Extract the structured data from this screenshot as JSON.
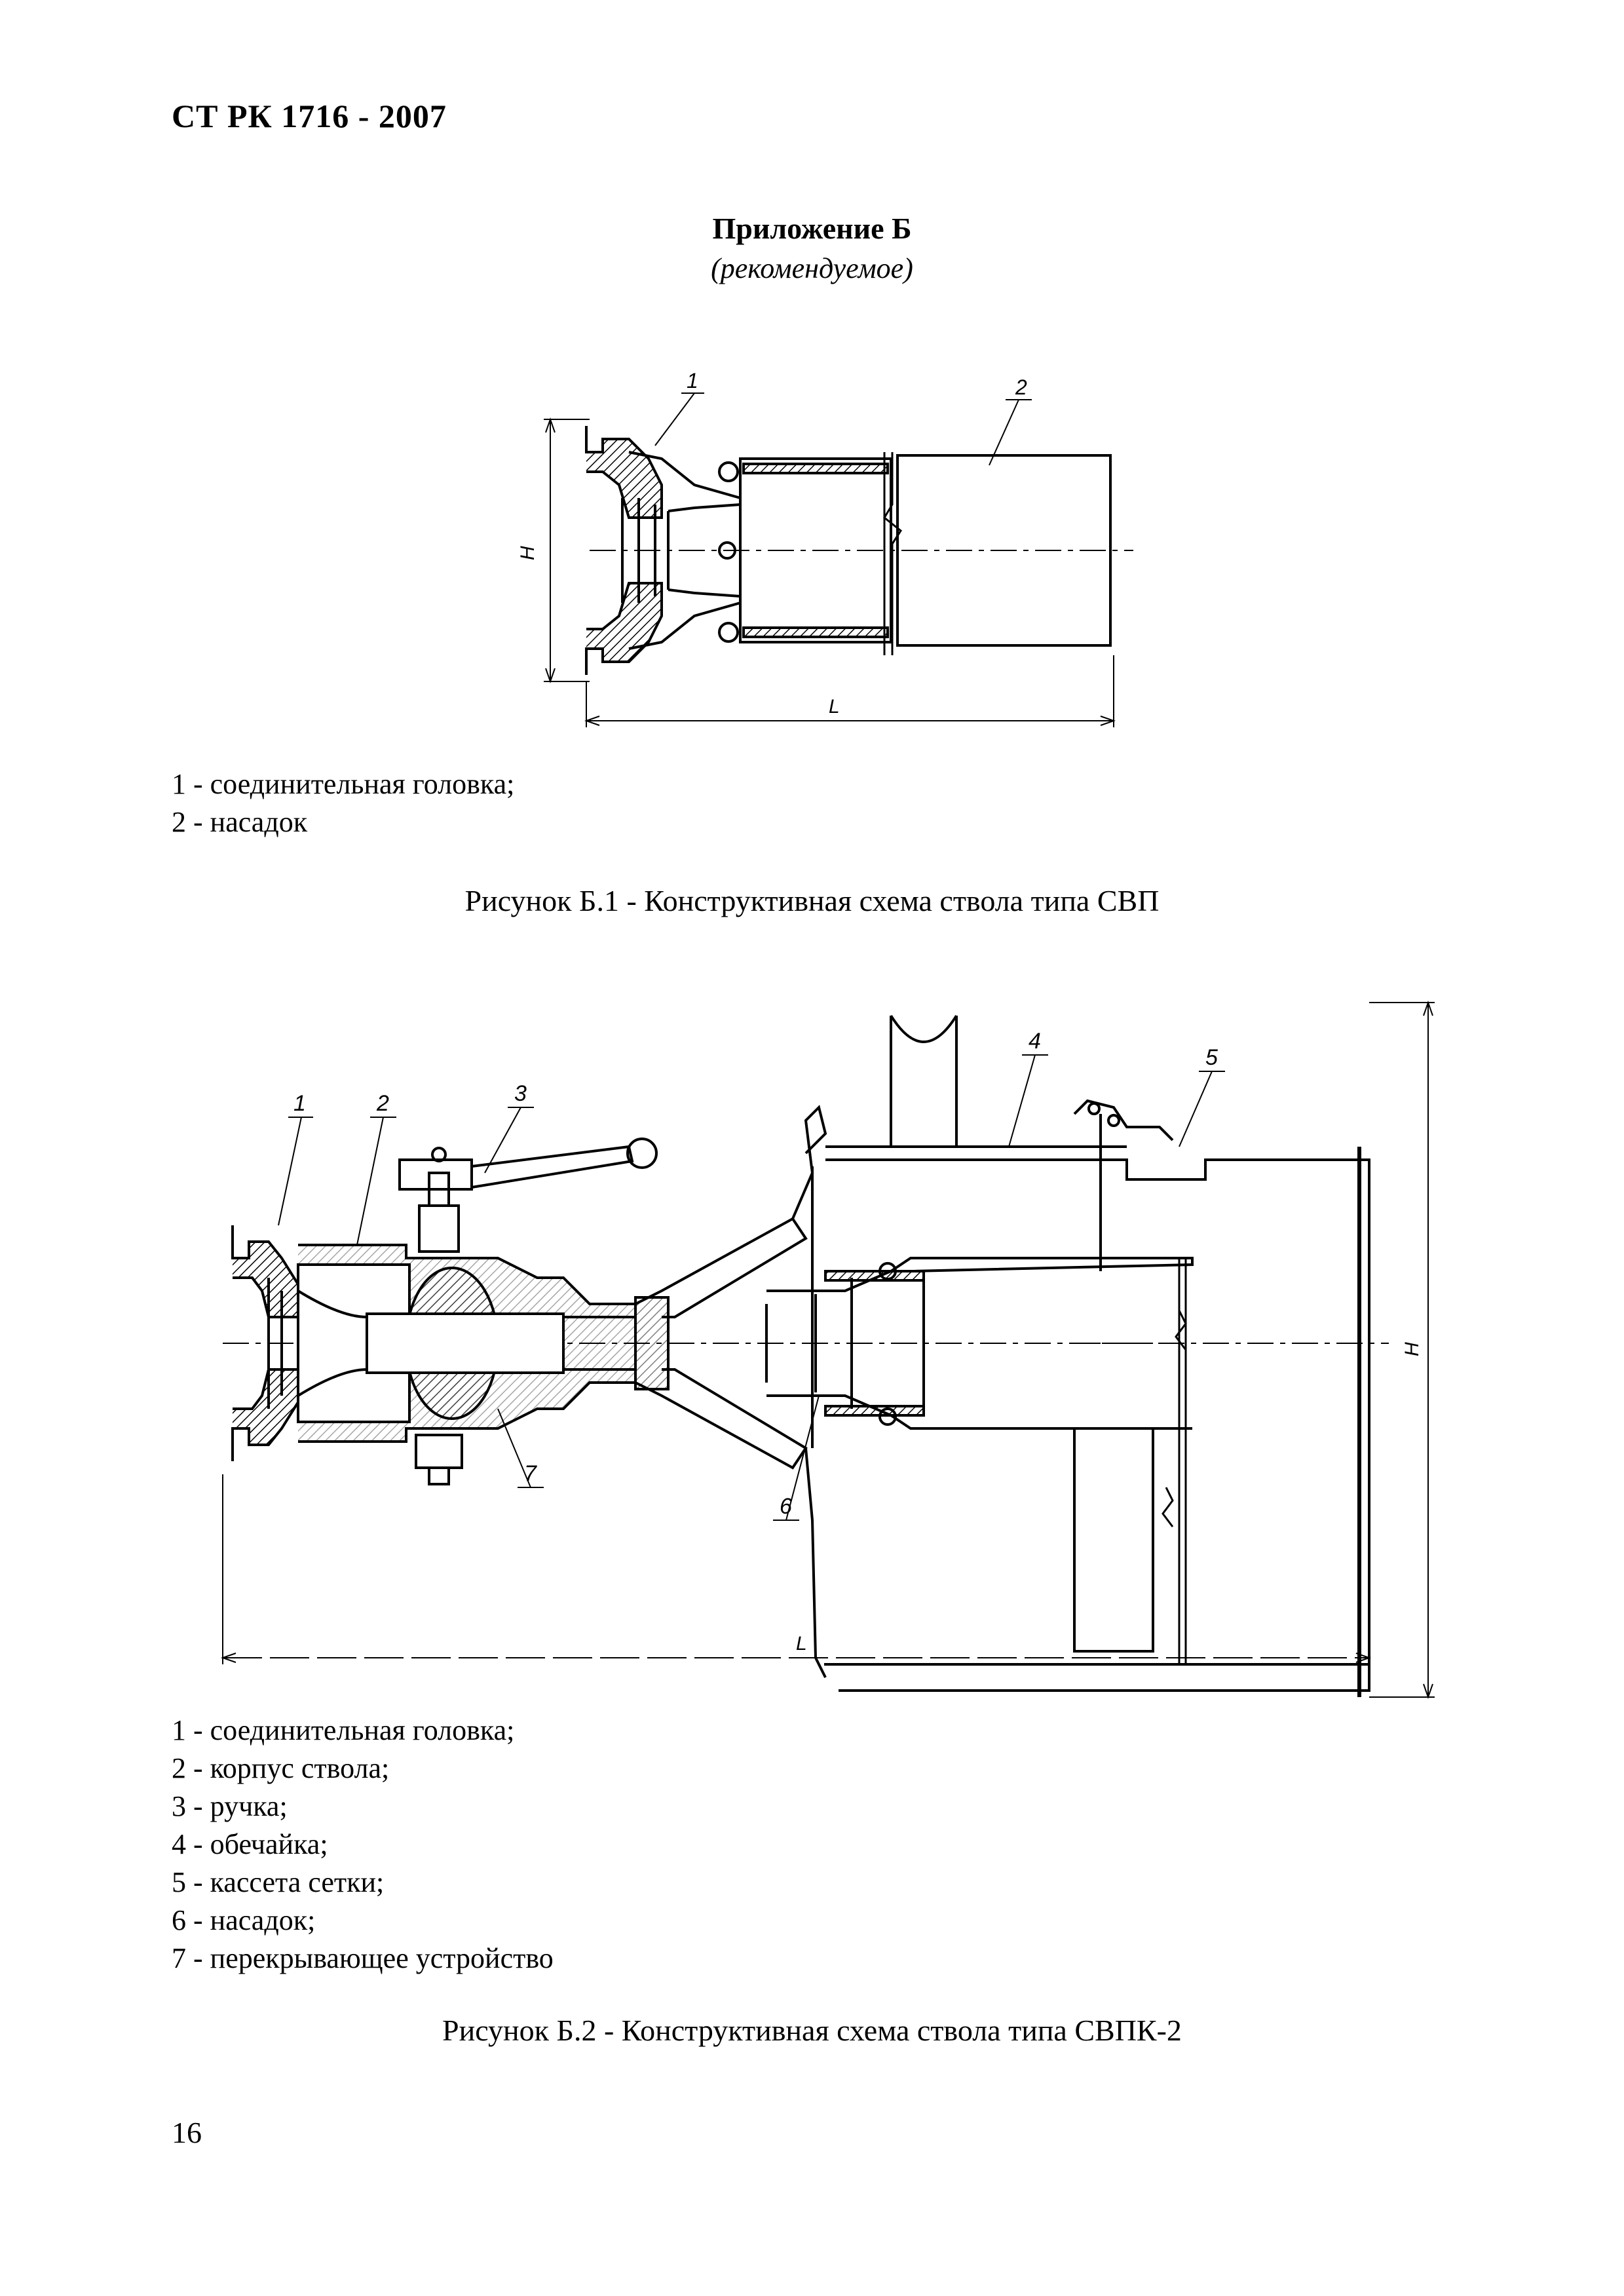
{
  "header": {
    "doc_id": "СТ РК 1716 - 2007"
  },
  "appendix": {
    "title": "Приложение Б",
    "subtitle": "(рекомендуемое)"
  },
  "figure1": {
    "labels": {
      "l1": "1",
      "l2": "2",
      "dimH": "H",
      "dimL": "L"
    },
    "legend": [
      "1 - соединительная головка;",
      "2 - насадок"
    ],
    "caption": "Рисунок Б.1 -  Конструктивная схема ствола типа СВП"
  },
  "figure2": {
    "labels": {
      "l1": "1",
      "l2": "2",
      "l3": "3",
      "l4": "4",
      "l5": "5",
      "l6": "6",
      "l7": "7",
      "dimH": "H",
      "dimL": "L"
    },
    "legend": [
      "1 - соединительная головка;",
      "2 - корпус ствола;",
      "3 - ручка;",
      "4 - обечайка;",
      "5 - кассета сетки;",
      "6 - насадок;",
      "7 - перекрывающее устройство"
    ],
    "caption": "Рисунок Б.2 - Конструктивная схема ствола типа СВПК-2"
  },
  "footer": {
    "page_number": "16"
  }
}
